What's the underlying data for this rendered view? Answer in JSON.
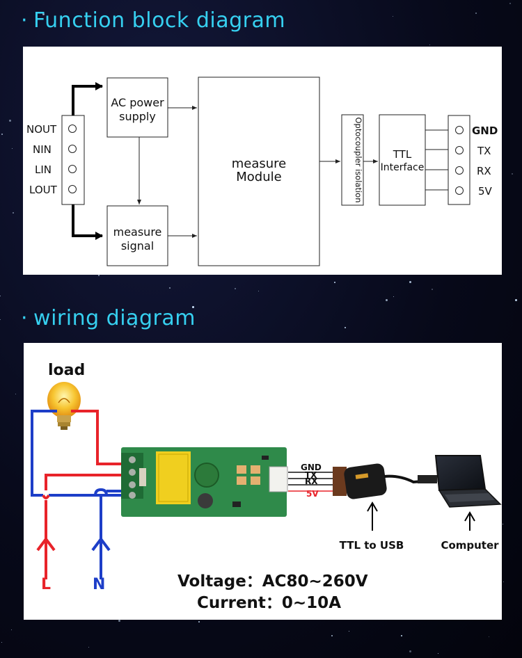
{
  "headings": {
    "function_block": "Function block diagram",
    "wiring": "wiring diagram",
    "bullet": "·"
  },
  "block_diagram": {
    "left_terminals": [
      "NOUT",
      "NIN",
      "LIN",
      "LOUT"
    ],
    "ac_power_supply": [
      "AC power",
      "supply"
    ],
    "measure_signal": [
      "measure",
      "signal"
    ],
    "measure_module": [
      "measure",
      "Module"
    ],
    "optocoupler": "Optocoupler isolation",
    "ttl_interface": [
      "TTL",
      "Interface"
    ],
    "right_terminals": [
      "GND",
      "TX",
      "RX",
      "5V"
    ]
  },
  "wiring_diagram": {
    "load_label": "load",
    "line_label": "L",
    "neutral_label": "N",
    "signal_labels": [
      "GND",
      "TX",
      "RX",
      "5V"
    ],
    "ttl_to_usb": "TTL to USB",
    "computer": "Computer",
    "voltage": "Voltage：AC80~260V",
    "current": "Current：0~10A"
  },
  "colors": {
    "heading": "#36d0f0",
    "line_wire": "#e8232a",
    "neutral_wire": "#1d3ec8",
    "pcb": "#2f8a4a"
  }
}
